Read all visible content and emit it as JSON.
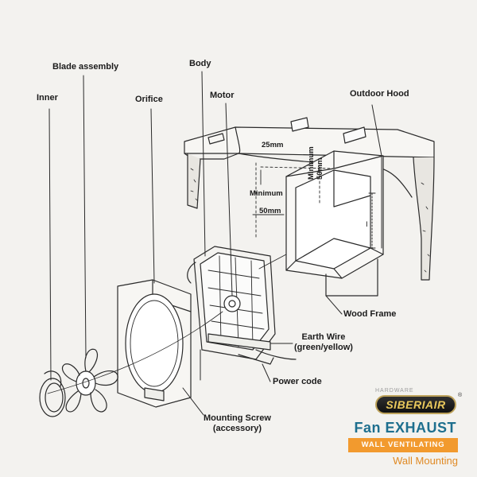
{
  "labels": {
    "blade_assembly": "Blade assembly",
    "inner": "Inner",
    "orifice": "Orifice",
    "body": "Body",
    "motor": "Motor",
    "outdoor_hood": "Outdoor Hood",
    "wood_frame": "Wood Frame",
    "earth_wire_line1": "Earth Wire",
    "earth_wire_line2": "(green/yellow)",
    "power_code": "Power code",
    "mounting_screw_line1": "Mounting Screw",
    "mounting_screw_line2": "(accessory)"
  },
  "dimensions": {
    "d25": "25mm",
    "minimum_v_line1": "Minimum",
    "minimum_v_line2": "50mm",
    "minimum_h": "Minimum",
    "d50": "50mm",
    "height_marker": "I"
  },
  "brand": {
    "logo_text": "SIBERIAIR",
    "logo_registered": "®",
    "logo_hardware": "HARDWARE",
    "title": "Fan EXHAUST",
    "band": "WALL VENTILATING",
    "subtitle": "Wall Mounting"
  },
  "colors": {
    "line": "#2a2a2a",
    "brand_blue": "#1e6f8e",
    "brand_orange": "#f29a2e",
    "logo_gold": "#e9c85c"
  }
}
